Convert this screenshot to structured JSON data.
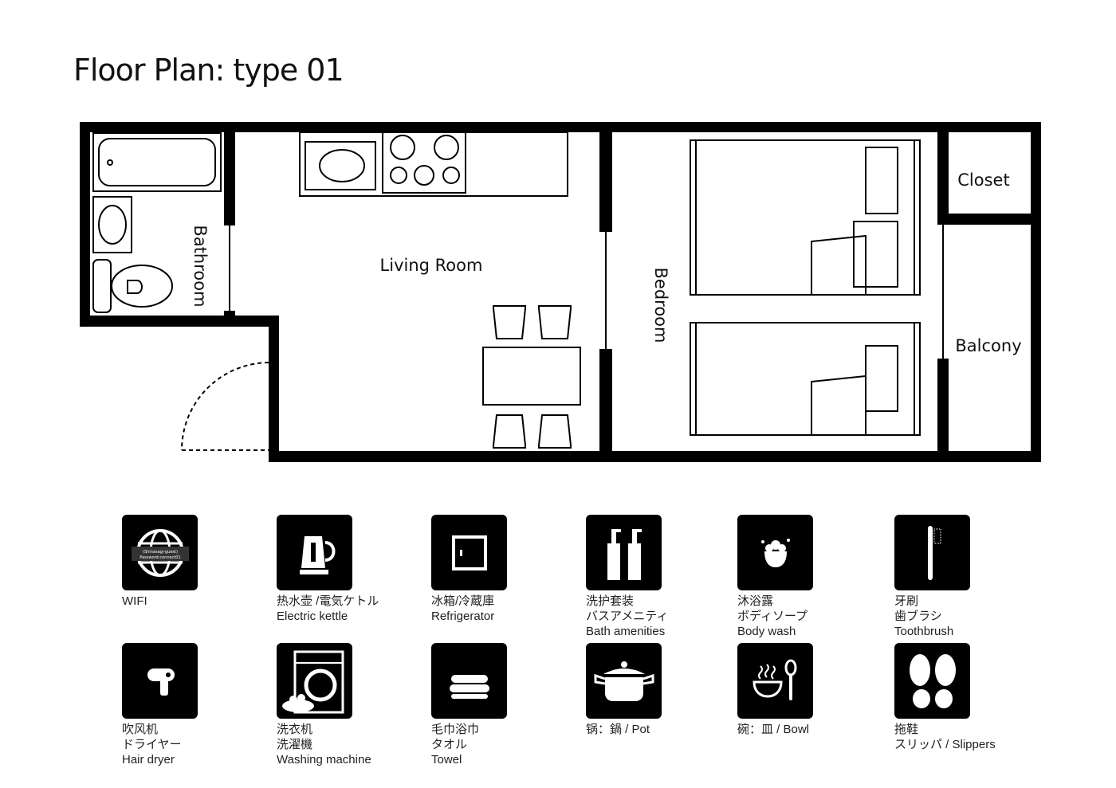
{
  "title": "Floor Plan: type 01",
  "rooms": {
    "bathroom": "Bathroom",
    "living": "Living Room",
    "bedroom": "Bedroom",
    "closet": "Closet",
    "balcony": "Balcony"
  },
  "wifi_card": [
    "(Shinasagi-guest)",
    "Password:connect01"
  ],
  "amenities": [
    {
      "icon": "wifi-icon",
      "lines": [
        "WIFI"
      ]
    },
    {
      "icon": "kettle-icon",
      "lines": [
        "热水壶 /電気ケトル",
        "Electric kettle"
      ]
    },
    {
      "icon": "refrigerator-icon",
      "lines": [
        "冰箱/冷蔵庫",
        "Refrigerator"
      ]
    },
    {
      "icon": "bath-amenities-icon",
      "lines": [
        "洗护套装",
        "バスアメニティ",
        "Bath amenities"
      ]
    },
    {
      "icon": "body-wash-icon",
      "lines": [
        "沐浴露",
        "ボディソープ",
        "Body wash"
      ]
    },
    {
      "icon": "toothbrush-icon",
      "lines": [
        "牙刷",
        "歯ブラシ",
        "Toothbrush"
      ]
    },
    {
      "icon": "hair-dryer-icon",
      "lines": [
        "吹风机",
        "ドライヤー",
        " Hair dryer"
      ]
    },
    {
      "icon": "washing-machine-icon",
      "lines": [
        "洗衣机",
        "洗濯機",
        "Washing machine"
      ]
    },
    {
      "icon": "towel-icon",
      "lines": [
        "毛巾浴巾",
        "タオル",
        "Towel"
      ]
    },
    {
      "icon": "pot-icon",
      "lines": [
        "锅：鍋 / Pot"
      ]
    },
    {
      "icon": "bowl-icon",
      "lines": [
        "碗：皿 / Bowl"
      ]
    },
    {
      "icon": "slippers-icon",
      "lines": [
        "拖鞋",
        "スリッパ / Slippers"
      ]
    }
  ]
}
